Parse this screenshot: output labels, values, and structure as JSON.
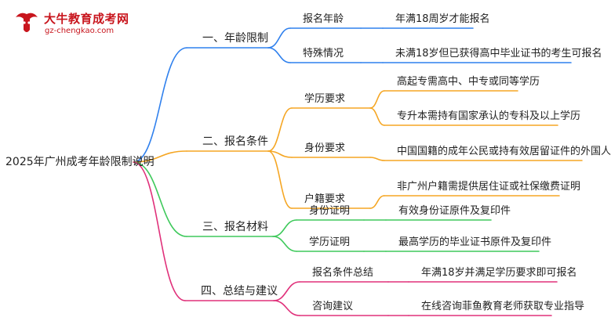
{
  "watermark": {
    "title": "大牛教育成考网",
    "url": "gz-chengkao.com",
    "logo_text": "大牛",
    "brand_color": "#c8151d"
  },
  "root": "2025年广州成考年龄限制说明",
  "branches": [
    {
      "label": "一、年龄限制",
      "color": "#2f80ed",
      "children": [
        {
          "label": "报名年龄",
          "detail": [
            "年满18周岁才能报名"
          ]
        },
        {
          "label": "特殊情况",
          "detail": [
            "未满18岁但已获得高中毕业证书的考生可报名"
          ]
        }
      ]
    },
    {
      "label": "二、报名条件",
      "color": "#f5a623",
      "children": [
        {
          "label": "学历要求",
          "detail": [
            "高起专需高中、中专或同等学历",
            "专升本需持有国家承认的专科及以上学历"
          ]
        },
        {
          "label": "身份要求",
          "detail": [
            "中国国籍的成年公民或持有效居留证件的外国人"
          ]
        },
        {
          "label": "户籍要求",
          "detail": [
            "非广州户籍需提供居住证或社保缴费证明"
          ]
        }
      ]
    },
    {
      "label": "三、报名材料",
      "color": "#3ec95b",
      "children": [
        {
          "label": "身份证明",
          "detail": [
            "有效身份证原件及复印件"
          ]
        },
        {
          "label": "学历证明",
          "detail": [
            "最高学历的毕业证书原件及复印件"
          ]
        }
      ]
    },
    {
      "label": "四、总结与建议",
      "color": "#e0307a",
      "children": [
        {
          "label": "报名条件总结",
          "detail": [
            "年满18岁并满足学历要求即可报名"
          ]
        },
        {
          "label": "咨询建议",
          "detail": [
            "在线咨询菲鱼教育老师获取专业指导"
          ]
        }
      ]
    }
  ]
}
